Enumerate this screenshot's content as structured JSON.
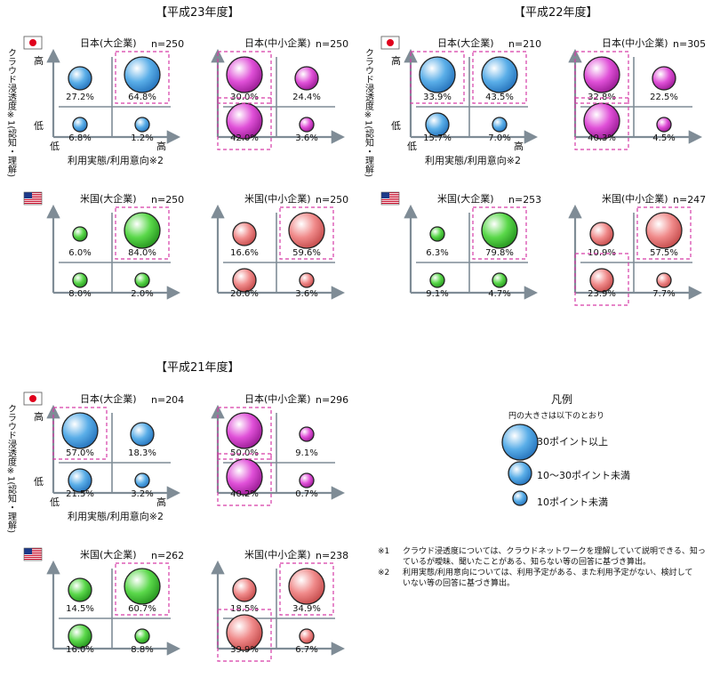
{
  "blocks": [
    {
      "title": "【平成23年度】",
      "charts": [
        {
          "country": "jp",
          "label": "日本(大企業)",
          "n": "n=250",
          "q": [
            "27.2%",
            "64.8%",
            "6.8%",
            "1.2%"
          ],
          "v": [
            27.2,
            64.8,
            6.8,
            1.2
          ],
          "axes": true,
          "hl": [
            1
          ]
        },
        {
          "country": "jp",
          "label": "日本(中小企業)",
          "n": "n=250",
          "q": [
            "30.0%",
            "24.4%",
            "42.0%",
            "3.6%"
          ],
          "v": [
            30.0,
            24.4,
            42.0,
            3.6
          ],
          "axes": false,
          "hl": [
            0,
            2
          ]
        },
        {
          "country": "us",
          "label": "米国(大企業)",
          "n": "n=250",
          "q": [
            "6.0%",
            "84.0%",
            "8.0%",
            "2.0%"
          ],
          "v": [
            6.0,
            84.0,
            8.0,
            2.0
          ],
          "axes": false,
          "hl": [
            1
          ]
        },
        {
          "country": "us",
          "label": "米国(中小企業)",
          "n": "n=250",
          "q": [
            "16.6%",
            "59.6%",
            "20.0%",
            "3.6%"
          ],
          "v": [
            16.6,
            59.6,
            20.0,
            3.6
          ],
          "axes": false,
          "hl": [
            1
          ]
        }
      ]
    },
    {
      "title": "【平成22年度】",
      "charts": [
        {
          "country": "jp",
          "label": "日本(大企業)",
          "n": "n=210",
          "q": [
            "33.9%",
            "43.5%",
            "15.7%",
            "7.0%"
          ],
          "v": [
            33.9,
            43.5,
            15.7,
            7.0
          ],
          "axes": true,
          "hl": [
            0,
            1
          ]
        },
        {
          "country": "jp",
          "label": "日本(中小企業)",
          "n": "n=305",
          "q": [
            "32.8%",
            "22.5%",
            "40.3%",
            "4.5%"
          ],
          "v": [
            32.8,
            22.5,
            40.3,
            4.5
          ],
          "axes": false,
          "hl": [
            0,
            2
          ]
        },
        {
          "country": "us",
          "label": "米国(大企業)",
          "n": "n=253",
          "q": [
            "6.3%",
            "79.8%",
            "9.1%",
            "4.7%"
          ],
          "v": [
            6.3,
            79.8,
            9.1,
            4.7
          ],
          "axes": false,
          "hl": [
            1
          ]
        },
        {
          "country": "us",
          "label": "米国(中小企業)",
          "n": "n=247",
          "q": [
            "10.9%",
            "57.5%",
            "23.9%",
            "7.7%"
          ],
          "v": [
            10.9,
            57.5,
            23.9,
            7.7
          ],
          "axes": false,
          "hl": [
            1,
            2
          ]
        }
      ]
    },
    {
      "title": "【平成21年度】",
      "charts": [
        {
          "country": "jp",
          "label": "日本(大企業)",
          "n": "n=204",
          "q": [
            "57.0%",
            "18.3%",
            "21.5%",
            "3.2%"
          ],
          "v": [
            57.0,
            18.3,
            21.5,
            3.2
          ],
          "axes": true,
          "hl": [
            0
          ]
        },
        {
          "country": "jp",
          "label": "日本(中小企業)",
          "n": "n=296",
          "q": [
            "50.0%",
            "9.1%",
            "40.2%",
            "0.7%"
          ],
          "v": [
            50.0,
            9.1,
            40.2,
            0.7
          ],
          "axes": false,
          "hl": [
            0,
            2
          ]
        },
        {
          "country": "us",
          "label": "米国(大企業)",
          "n": "n=262",
          "q": [
            "14.5%",
            "60.7%",
            "16.0%",
            "8.8%"
          ],
          "v": [
            14.5,
            60.7,
            16.0,
            8.8
          ],
          "axes": false,
          "hl": [
            1
          ]
        },
        {
          "country": "us",
          "label": "米国(中小企業)",
          "n": "n=238",
          "q": [
            "18.5%",
            "34.9%",
            "39.9%",
            "6.7%"
          ],
          "v": [
            18.5,
            34.9,
            39.9,
            6.7
          ],
          "axes": false,
          "hl": [
            1,
            2
          ]
        }
      ]
    }
  ],
  "axis_text": {
    "y_label": "クラウド浸透度",
    "y_note": "※1",
    "y_paren": "(認知・理解)",
    "high": "高",
    "low": "低",
    "x_label": "利用実態/利用意向",
    "x_note": "※2"
  },
  "legend": {
    "title": "凡例",
    "subtitle": "円の大きさは以下のとおり",
    "items": [
      "30ポイント以上",
      "10〜30ポイント未満",
      "10ポイント未満"
    ]
  },
  "notes": [
    {
      "mark": "※1",
      "lines": [
        "クラウド浸透度については、クラウドネットワークを理解していて説明できる、知っ",
        "ているが曖昧、聞いたことがある、知らない等の回答に基づき算出。"
      ]
    },
    {
      "mark": "※2",
      "lines": [
        "利用実態/利用意向については、利用予定がある、また利用予定がない、検討して",
        "いない等の回答に基づき算出。"
      ]
    }
  ],
  "chart_data": [
    {
      "type": "scatter",
      "title": "【平成23年度】",
      "quadrant_order": [
        "高浸透・低利用",
        "高浸透・高利用",
        "低浸透・低利用",
        "低浸透・高利用"
      ],
      "series": [
        {
          "name": "日本(大企業)",
          "values": [
            27.2,
            64.8,
            6.8,
            1.2
          ]
        },
        {
          "name": "日本(中小企業)",
          "values": [
            30.0,
            24.4,
            42.0,
            3.6
          ]
        },
        {
          "name": "米国(大企業)",
          "values": [
            6.0,
            84.0,
            8.0,
            2.0
          ]
        },
        {
          "name": "米国(中小企業)",
          "values": [
            16.6,
            59.6,
            20.0,
            3.6
          ]
        }
      ]
    },
    {
      "type": "scatter",
      "title": "【平成22年度】",
      "quadrant_order": [
        "高浸透・低利用",
        "高浸透・高利用",
        "低浸透・低利用",
        "低浸透・高利用"
      ],
      "series": [
        {
          "name": "日本(大企業)",
          "values": [
            33.9,
            43.5,
            15.7,
            7.0
          ]
        },
        {
          "name": "日本(中小企業)",
          "values": [
            32.8,
            22.5,
            40.3,
            4.5
          ]
        },
        {
          "name": "米国(大企業)",
          "values": [
            6.3,
            79.8,
            9.1,
            4.7
          ]
        },
        {
          "name": "米国(中小企業)",
          "values": [
            10.9,
            57.5,
            23.9,
            7.7
          ]
        }
      ]
    },
    {
      "type": "scatter",
      "title": "【平成21年度】",
      "quadrant_order": [
        "高浸透・低利用",
        "高浸透・高利用",
        "低浸透・低利用",
        "低浸透・高利用"
      ],
      "series": [
        {
          "name": "日本(大企業)",
          "values": [
            57.0,
            18.3,
            21.5,
            3.2
          ]
        },
        {
          "name": "日本(中小企業)",
          "values": [
            50.0,
            9.1,
            40.2,
            0.7
          ]
        },
        {
          "name": "米国(大企業)",
          "values": [
            14.5,
            60.7,
            16.0,
            8.8
          ]
        },
        {
          "name": "米国(中小企業)",
          "values": [
            18.5,
            34.9,
            39.9,
            6.7
          ]
        }
      ]
    }
  ],
  "colors": {
    "jp_large": "#5aaee8",
    "jp_sme": "#e050d8",
    "us_large": "#5ad84a",
    "us_sme": "#f08a8a",
    "highlight": "#d63ca8",
    "axis": "#7f8c96"
  }
}
